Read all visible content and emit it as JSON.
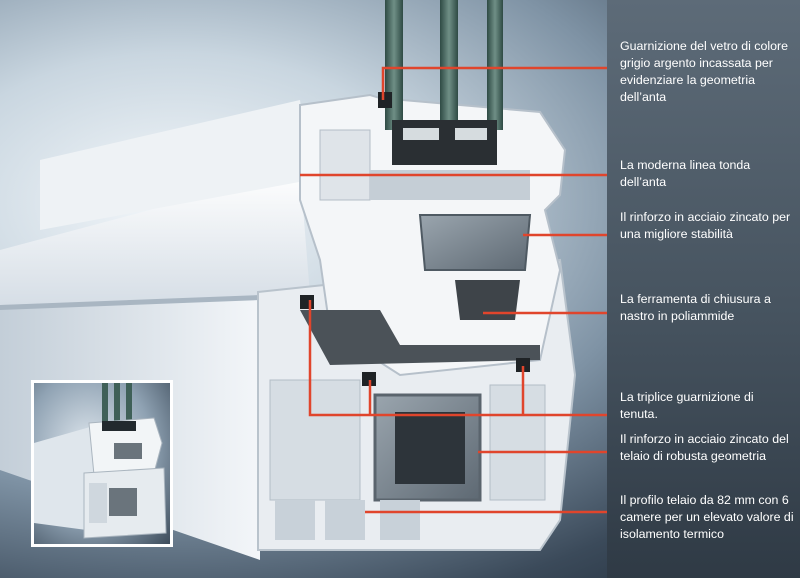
{
  "colors": {
    "leader_line": "#e0452c",
    "panel_background": "#4a5866",
    "callout_text": "#ffffff",
    "inset_border": "#ffffff"
  },
  "callouts": [
    {
      "text": "Guarnizione del vetro di colore grigio argento incassata per evidenziare la geometria dell’anta"
    },
    {
      "text": "La moderna linea  tonda dell’anta"
    },
    {
      "text": "Il rinforzo in acciaio zincato per una migliore stabilità"
    },
    {
      "text": "La ferramenta di chiusura a nastro in poliammide"
    },
    {
      "text": "La triplice guarnizione di tenuta."
    },
    {
      "text": "Il rinforzo in acciaio zincato del telaio di robusta geometria"
    },
    {
      "text": "Il profilo telaio da 82 mm con 6 camere per un elevato valore di isolamento termico"
    }
  ]
}
